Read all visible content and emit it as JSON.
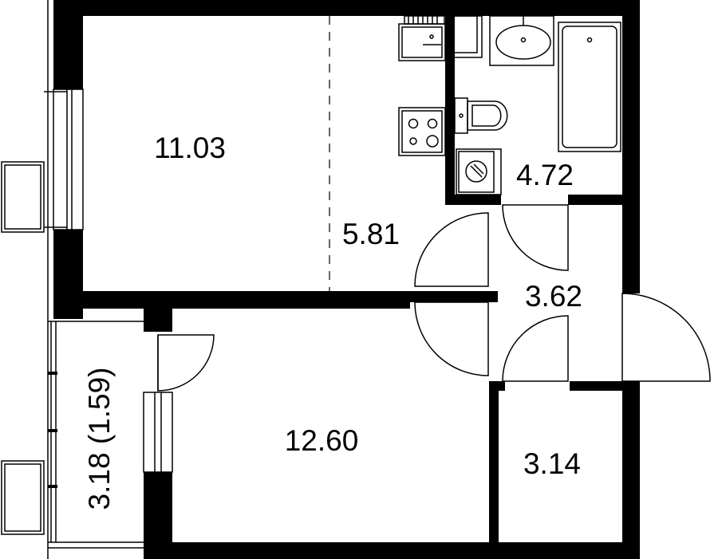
{
  "rooms": [
    {
      "name": "room-living-a",
      "area": "11.03"
    },
    {
      "name": "room-kitchen",
      "area": "5.81"
    },
    {
      "name": "room-bathroom",
      "area": "4.72"
    },
    {
      "name": "room-hallway",
      "area": "3.62"
    },
    {
      "name": "room-bedroom",
      "area": "12.60"
    },
    {
      "name": "room-storage",
      "area": "3.14"
    },
    {
      "name": "room-balcony",
      "area": "3.18 (1.59)"
    }
  ],
  "colors": {
    "wall": "#000000",
    "background": "#ffffff",
    "line": "#000000"
  },
  "icons": [
    "sink-icon",
    "stove-icon",
    "toilet-icon",
    "washing-machine-icon",
    "bathtub-icon",
    "basin-icon",
    "door-swing-icon",
    "window-icon"
  ]
}
